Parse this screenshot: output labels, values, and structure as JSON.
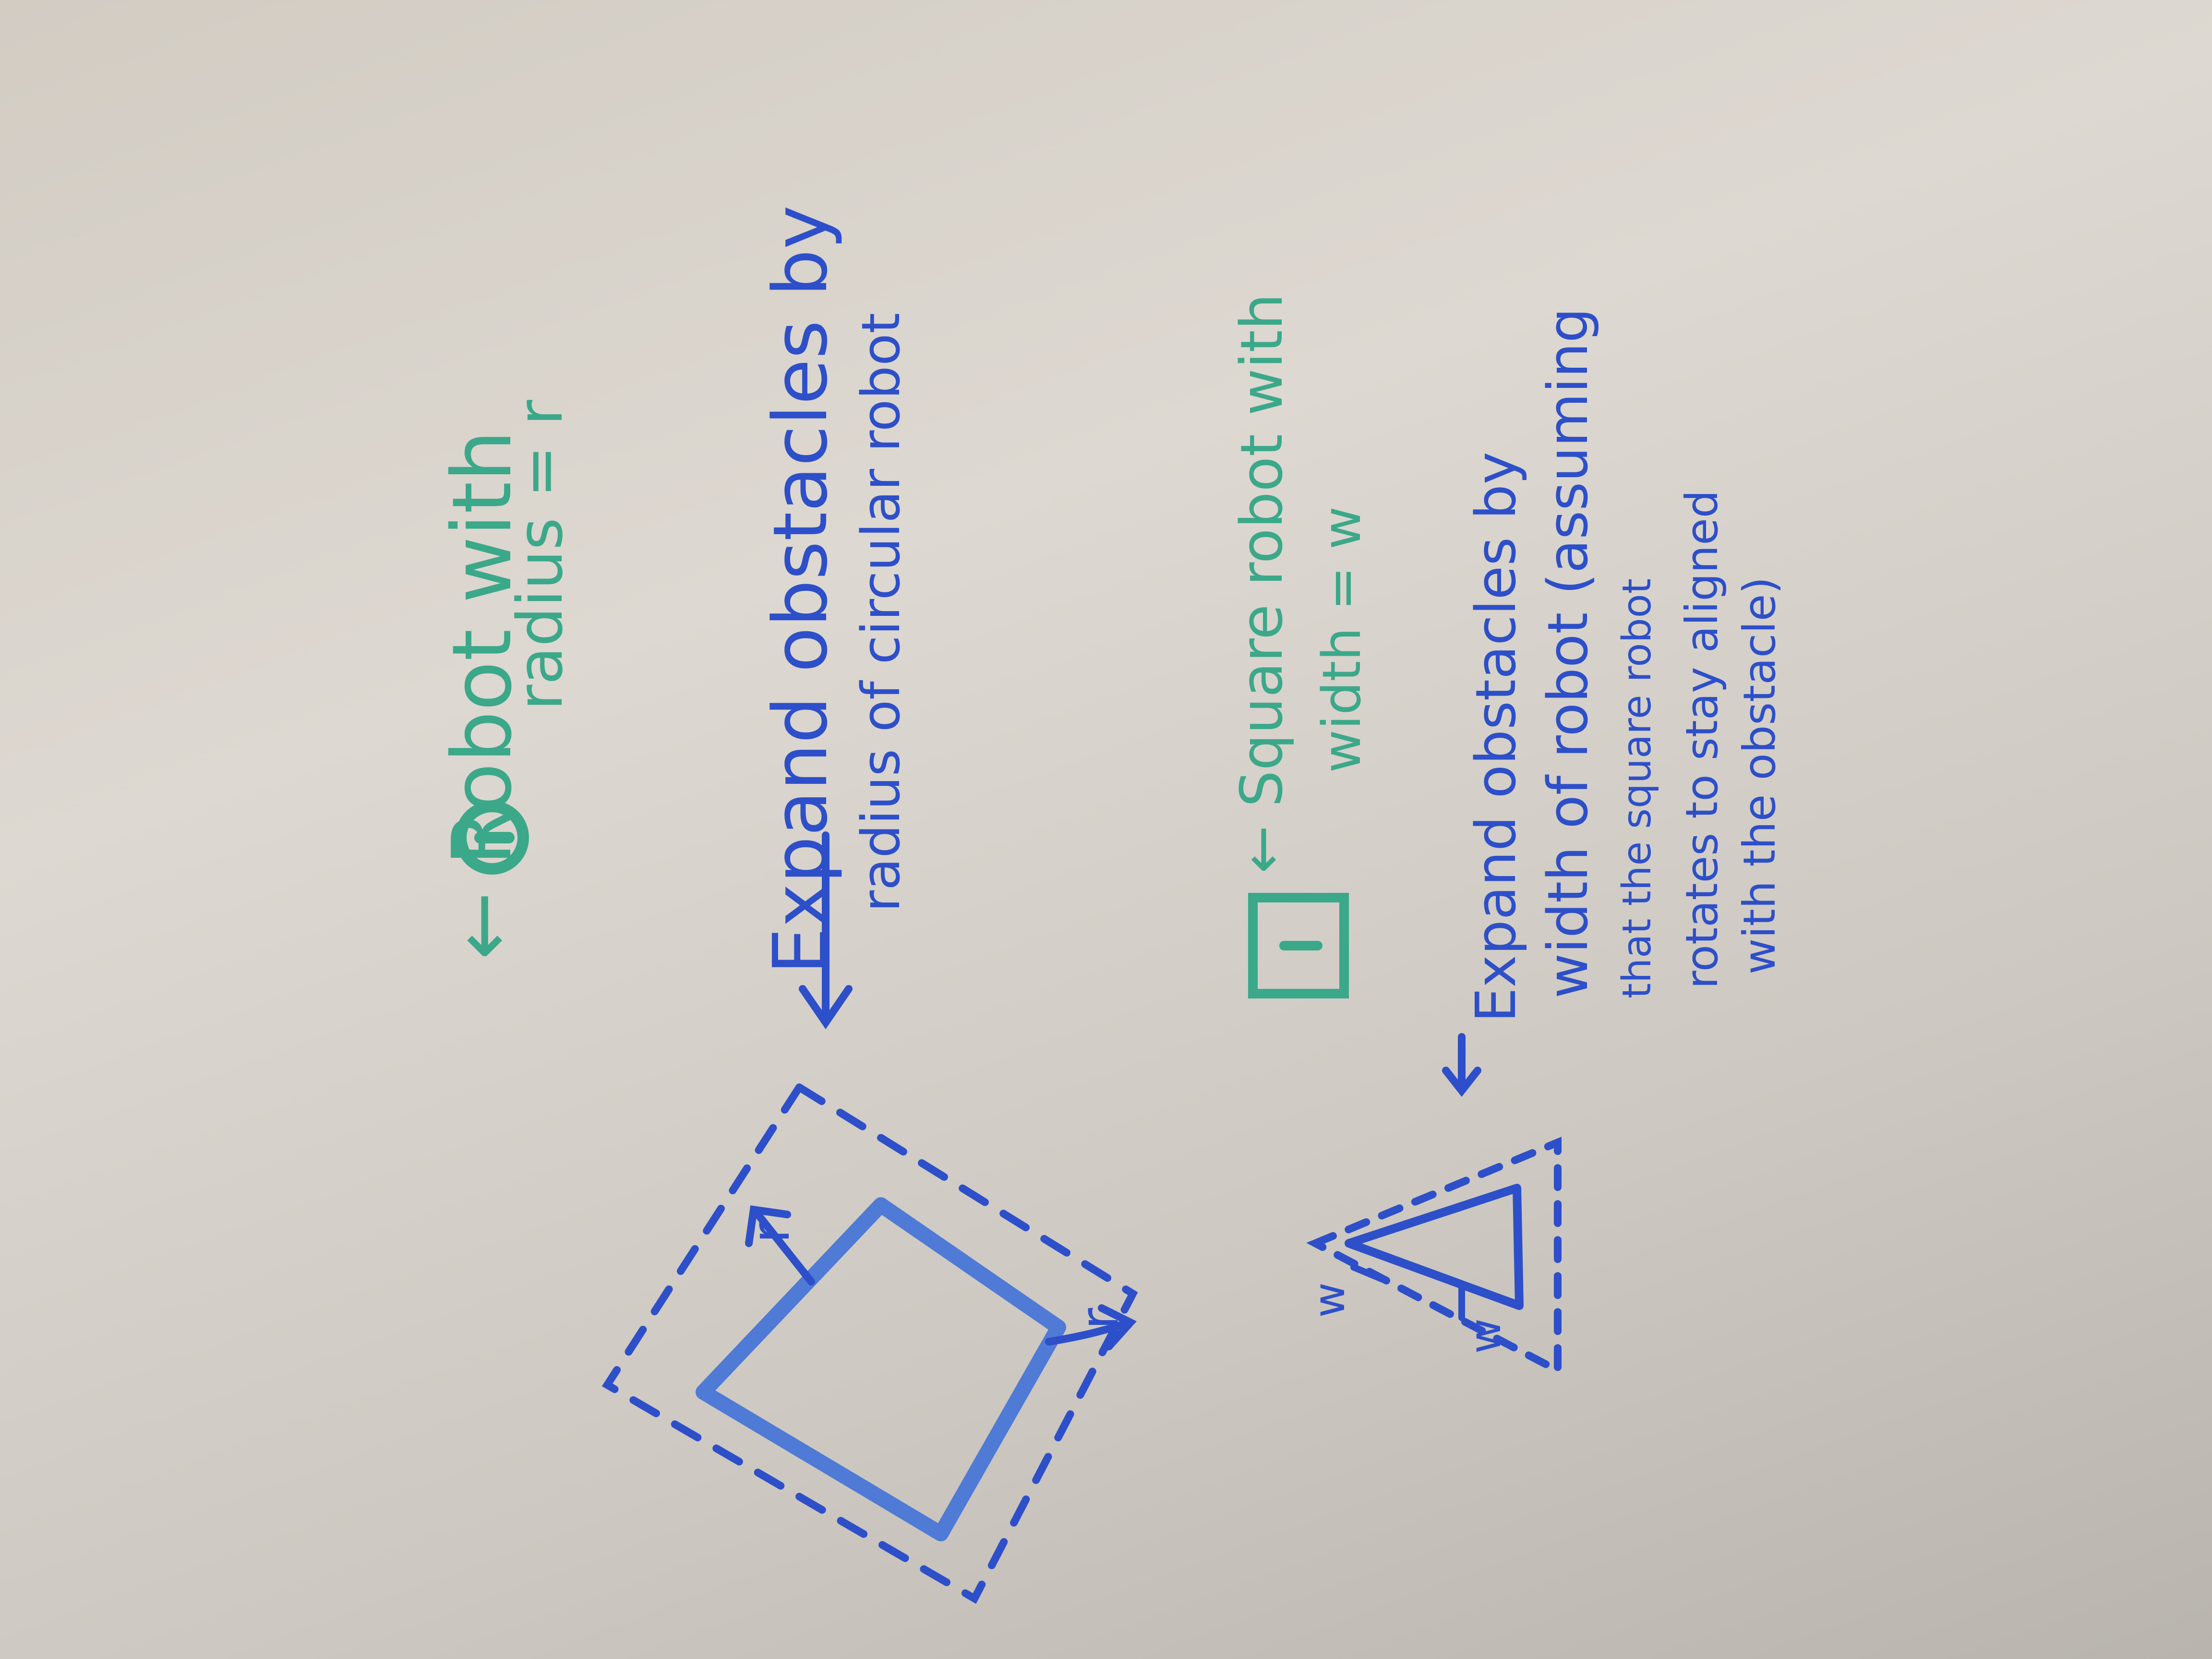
{
  "board": {
    "background": "#d8d3cc"
  },
  "colors": {
    "green_marker": "#3ba88a",
    "blue_marker": "#2d4fc9",
    "blue_fill": "#4f7ad6"
  },
  "notes": {
    "circle_label_1": "← Robot with",
    "circle_label_2": "radius = r",
    "expand_circle_1": "Expand obstacles by",
    "expand_circle_2": "radius of circular robot",
    "square_label_1": "← Square robot with",
    "square_label_2": "width = w",
    "expand_square_1": "Expand obstacles by",
    "expand_square_2": "width of robot (assuming",
    "expand_square_3": "that the square robot",
    "expand_square_4": "rotates to stay aligned",
    "expand_square_5": "with the obstacle)"
  },
  "diagram_labels": {
    "r": "r",
    "w": "w"
  }
}
